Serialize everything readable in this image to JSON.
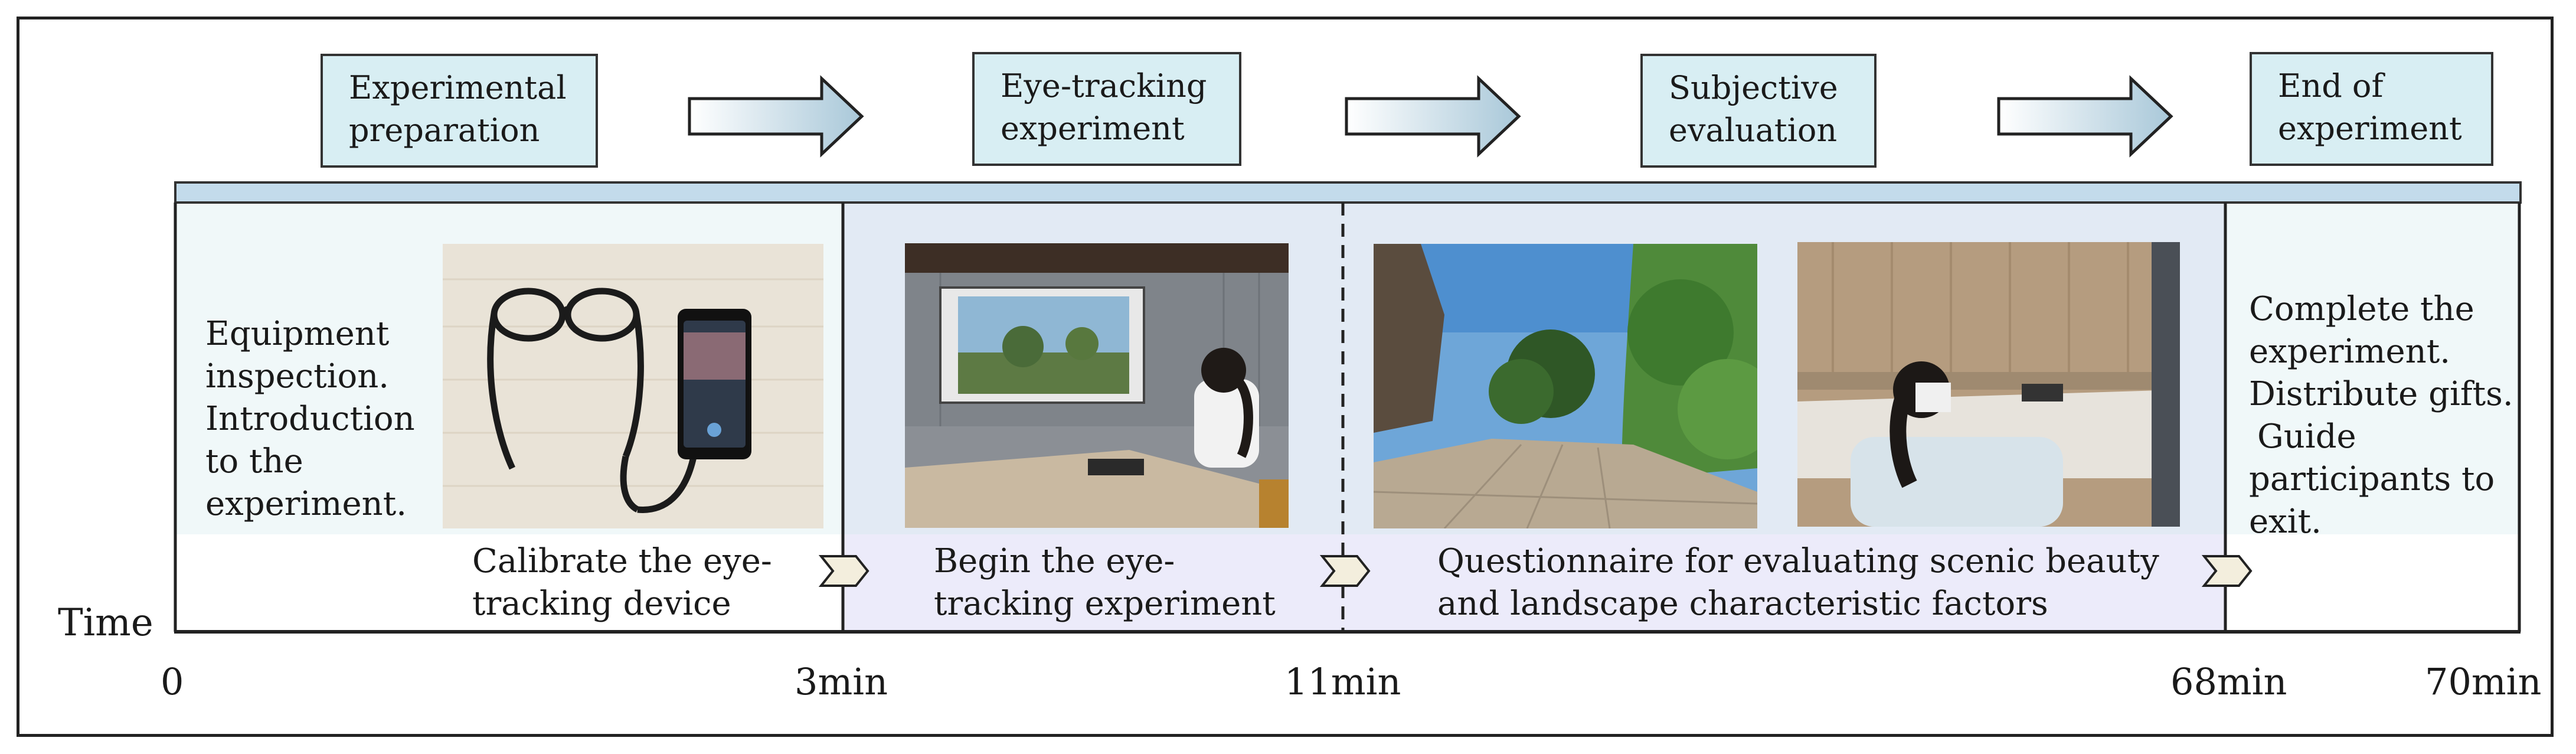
{
  "stages": [
    {
      "label_line1": "Experimental",
      "label_line2": "preparation"
    },
    {
      "label_line1": "Eye-tracking",
      "label_line2": "experiment"
    },
    {
      "label_line1": "Subjective",
      "label_line2": "evaluation"
    },
    {
      "label_line1": "End of",
      "label_line2": "experiment"
    }
  ],
  "prep_text": [
    "Equipment",
    "inspection.",
    "Introduction",
    "to the",
    "experiment."
  ],
  "steps": [
    {
      "line1": "Calibrate the eye-",
      "line2": "tracking device"
    },
    {
      "line1": "Begin the eye-",
      "line2": "tracking experiment"
    },
    {
      "line1": "Questionnaire for evaluating scenic beauty",
      "line2": "and landscape characteristic factors"
    }
  ],
  "end_text": [
    "Complete the",
    "experiment.",
    "Distribute gifts.",
    "Guide",
    "participants to",
    "exit."
  ],
  "timeline": {
    "axis_label": "Time",
    "ticks": [
      "0",
      "3min",
      "11min",
      "68min",
      "70min"
    ]
  },
  "colors": {
    "stage_box": "#d8eef3",
    "band": "#c3dbeb",
    "prep_panel": "#f0f8f9",
    "experiment_panel": "#e2eaf4",
    "step_panel": "#ecebfa",
    "arrow_gradient_start": "#ffffff",
    "arrow_gradient_end": "#a9c8d9"
  }
}
